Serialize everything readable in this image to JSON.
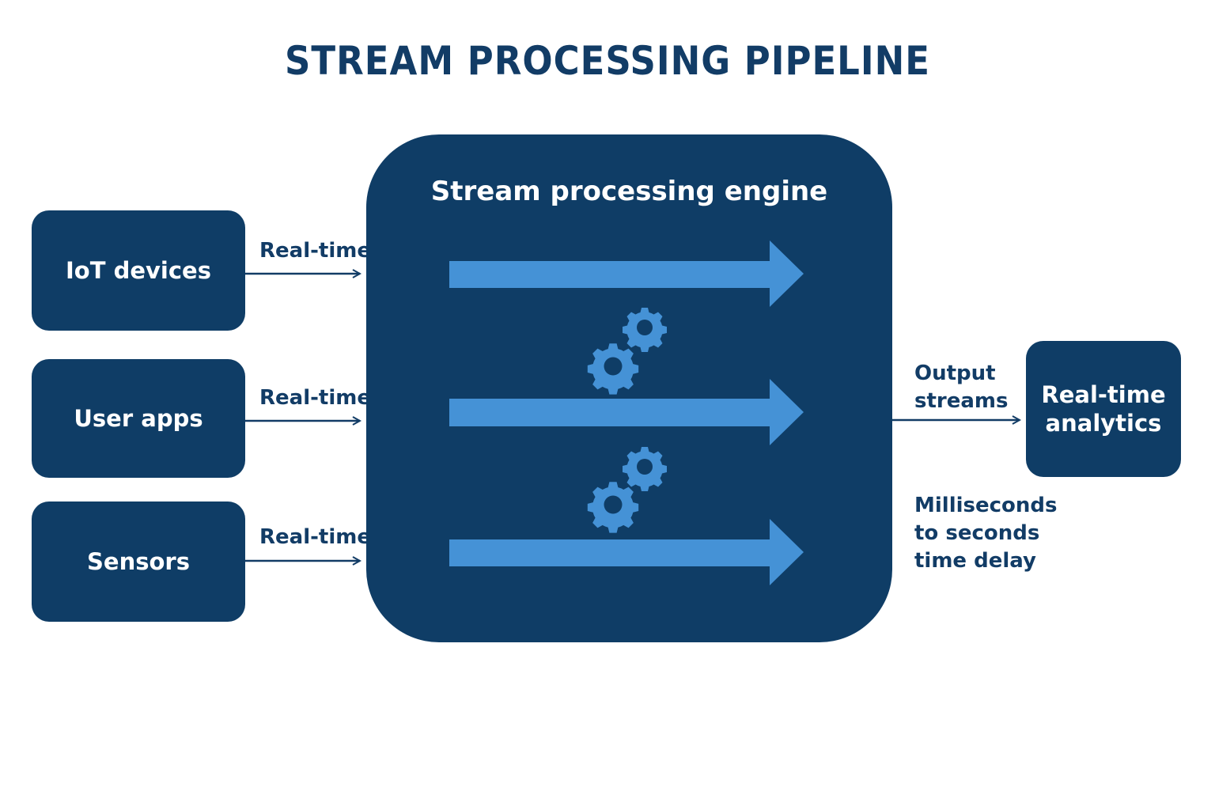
{
  "title": "STREAM PROCESSING PIPELINE",
  "colors": {
    "dark_navy": "#0f3d66",
    "title_navy": "#123c66",
    "stream_blue": "#4592d6",
    "background": "#ffffff"
  },
  "sources": [
    {
      "label": "IoT devices",
      "connector_label": "Real-time"
    },
    {
      "label": "User apps",
      "connector_label": "Real-time"
    },
    {
      "label": "Sensors",
      "connector_label": "Real-time"
    }
  ],
  "engine": {
    "title": "Stream processing engine",
    "stream_arrows": 3,
    "icons": [
      "gears-icon",
      "gears-icon"
    ]
  },
  "output": {
    "connector_label_line1": "Output",
    "connector_label_line2": "streams",
    "target_line1": "Real-time",
    "target_line2": "analytics",
    "latency_line1": "Milliseconds",
    "latency_line2": "to seconds",
    "latency_line3": "time delay"
  }
}
